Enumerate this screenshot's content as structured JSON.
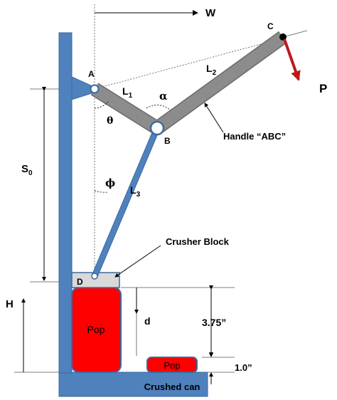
{
  "labels": {
    "W": "W",
    "C": "C",
    "L2": "L2",
    "P": "P",
    "A": "A",
    "L1": "L1",
    "alpha": "α",
    "theta": "θ",
    "B": "B",
    "handle": "Handle “ABC”",
    "S0": "S0",
    "phi": "ϕ",
    "L3": "L3",
    "crusher_block": "Crusher Block",
    "D": "D",
    "H": "H",
    "d": "d",
    "dim_375": "3.75”",
    "pop_can": "Pop",
    "pop_crushed": "Pop",
    "dim_10": "1.0”",
    "crushed_can": "Crushed can"
  },
  "colors": {
    "frame": "#4f81bd",
    "frame_stroke": "#3a6aa0",
    "handle": "#8c8c8c",
    "handle_stroke": "#6b6b6b",
    "link": "#4f81bd",
    "block": "#d9d9d9",
    "can": "#ff0000",
    "force_arrow": "#c0171a",
    "force_label": "#c0171a"
  }
}
